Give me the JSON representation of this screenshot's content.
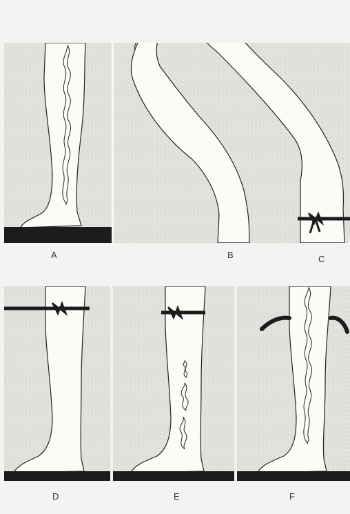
{
  "figure": {
    "panels": [
      {
        "id": "A",
        "label": "A"
      },
      {
        "id": "B",
        "label": "B"
      },
      {
        "id": "C",
        "label": "C"
      },
      {
        "id": "D",
        "label": "D"
      },
      {
        "id": "E",
        "label": "E"
      },
      {
        "id": "F",
        "label": "F"
      }
    ]
  },
  "colors": {
    "background": "#e4e6e2",
    "paper": "#f3f4f1",
    "outline": "#222222",
    "floor": "#1c1c1c",
    "leg_fill": "#fbfbf8"
  }
}
